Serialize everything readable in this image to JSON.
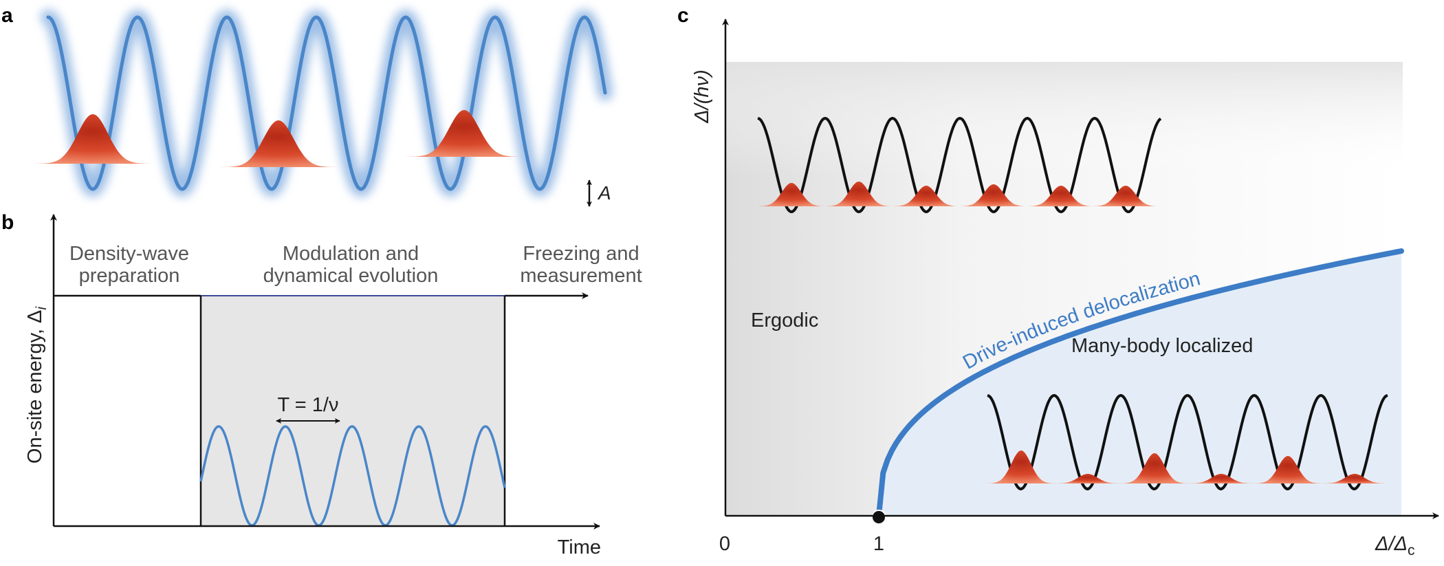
{
  "panels": {
    "a": {
      "label": "a",
      "amplitude_label": "A"
    },
    "b": {
      "label": "b",
      "y_axis_label": "On-site energy, Δ",
      "y_axis_subscript": "i",
      "x_axis_label": "Time",
      "stage1_line1": "Density-wave",
      "stage1_line2": "preparation",
      "stage2_line1": "Modulation and",
      "stage2_line2": "dynamical evolution",
      "stage3_line1": "Freezing and",
      "stage3_line2": "measurement",
      "period_label": "T = 1/ν"
    },
    "c": {
      "label": "c",
      "y_axis_label": "Δ/(hν)",
      "x_axis_label_main": "Δ/Δ",
      "x_axis_label_sub": "c",
      "tick_0": "0",
      "tick_1": "1",
      "region_ergodic": "Ergodic",
      "region_mbl": "Many-body localized",
      "curve_label": "Drive-induced delocalization"
    }
  },
  "colors": {
    "lattice_blue": "#4a86c8",
    "atom_red": "#d0442a",
    "mbl_fill": "#e4edf7",
    "modulation_box": "#e6e6e6",
    "axis": "#111111"
  }
}
